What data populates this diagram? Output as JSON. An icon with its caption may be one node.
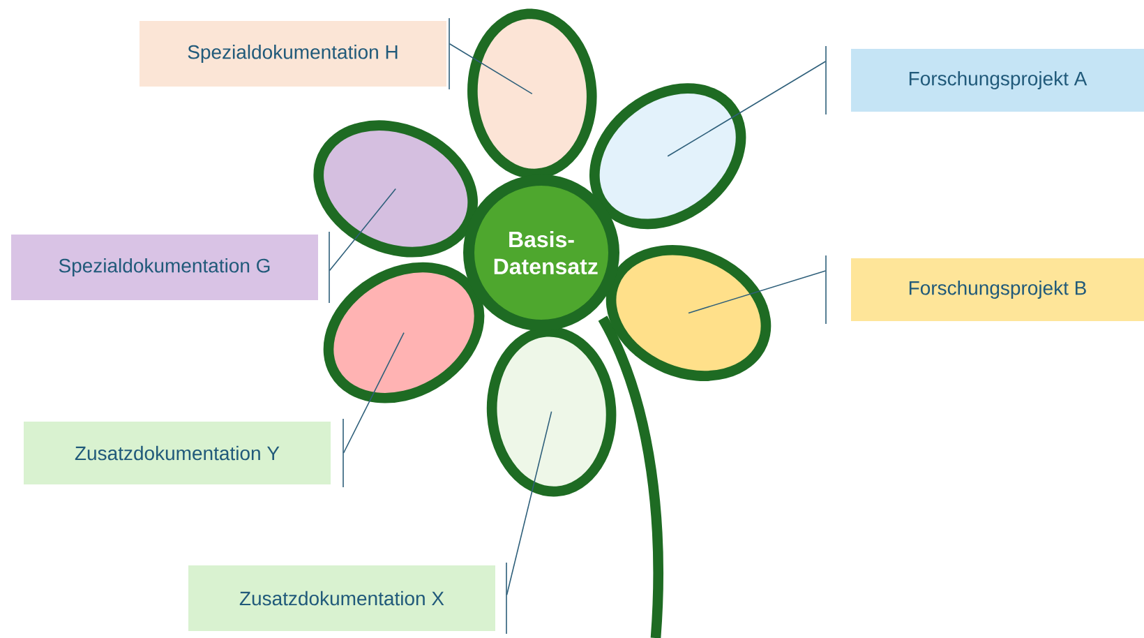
{
  "diagram": {
    "nodes": [
      {
        "text": [
          "Spezialdokumentation H"
        ]
      },
      {
        "text": [
          "Forschungsprojekt A"
        ]
      },
      {
        "text": [
          "Spezialdokumentation G"
        ]
      },
      {
        "text": [
          "Forschungsprojekt B"
        ]
      },
      {
        "text": [
          "Zusatzdokumentation Y"
        ]
      },
      {
        "text": [
          "Zusatzdokumentation X"
        ]
      },
      {
        "text": [
          "Basis-Datensatz"
        ]
      },
      {
        "text": [],
        "shape": "petal"
      },
      {
        "text": [],
        "shape": "petal"
      },
      {
        "text": [],
        "shape": "petal"
      },
      {
        "text": [],
        "shape": "petal"
      },
      {
        "text": [],
        "shape": "petal"
      },
      {
        "text": [],
        "shape": "petal"
      }
    ],
    "edges": [
      {
        "from": 0,
        "to": 7,
        "arrow": "none"
      },
      {
        "from": 1,
        "to": 8,
        "arrow": "none"
      },
      {
        "from": 2,
        "to": 9,
        "arrow": "none"
      },
      {
        "from": 3,
        "to": 10,
        "arrow": "none"
      },
      {
        "from": 4,
        "to": 11,
        "arrow": "none"
      },
      {
        "from": 5,
        "to": 12,
        "arrow": "none"
      }
    ]
  }
}
